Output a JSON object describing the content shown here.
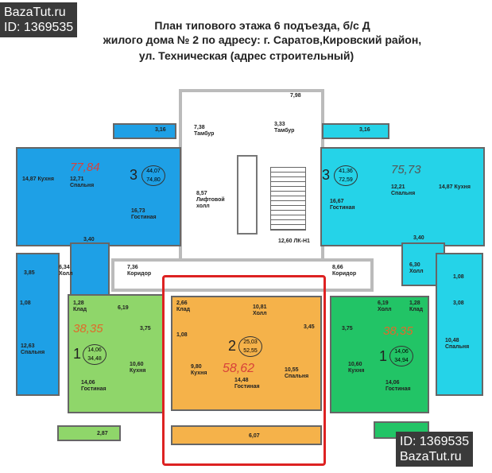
{
  "title": {
    "line1": "План типового этажа 6 подъезда, б/с Д",
    "line2": "жилого дома № 2 по адресу: г. Саратов,Кировский район,",
    "line3": "ул. Техническая   (адрес строительный)"
  },
  "watermarks": {
    "top": {
      "site": "BazaTut.ru",
      "id": "ID: 1369535"
    },
    "bottom": {
      "id": "ID: 1369535",
      "site": "BazaTut.ru"
    }
  },
  "colors": {
    "three_room": "#1ea0e6",
    "three_room_right": "#25d3e8",
    "one_room_left": "#8fd66a",
    "one_room_right": "#22c466",
    "two_room": "#f5b24a",
    "highlight": "#d22222"
  },
  "apartments": {
    "a3_left": {
      "total": "77,84",
      "rooms": "3",
      "living": "44,07",
      "area": "74,80",
      "balcony": "3,16",
      "kitchen": "14,87 Кухня",
      "bedroom": "12,71 Спальня",
      "living_room": "16,73 Гостиная",
      "hall": "3,40",
      "hall2": "6,34 Холл",
      "bath": "3,85",
      "bedroom2": "12,63 Спальня",
      "wc": "1,08"
    },
    "a3_right": {
      "total": "75,73",
      "rooms": "3",
      "living": "41,36",
      "area": "72,59",
      "balcony": "3,16",
      "kitchen": "14,87 Кухня",
      "bedroom": "12,21 Спальня",
      "living_room": "16,67 Гостиная",
      "hall": "3,40",
      "hall2": "6,30 Холл",
      "bath": "3,08",
      "bedroom2": "10,48 Спальня",
      "wc": "1,08"
    },
    "a1_left": {
      "total": "38,35",
      "rooms": "1",
      "living": "14,06",
      "area": "34,48",
      "storage": "1,28 Клад",
      "hall": "6,19",
      "bath": "3,75",
      "kitchen": "10,60 Кухня",
      "living_room": "14,06 Гостиная",
      "balcony": "2,87"
    },
    "a1_right": {
      "total": "38,35",
      "rooms": "1",
      "living": "14,06",
      "area": "34,94",
      "storage": "1,28 Клад",
      "hall": "6,19 Холл",
      "bath": "3,75",
      "kitchen": "10,60 Кухня",
      "living_room": "14,06 Гостиная"
    },
    "a2": {
      "total": "58,62",
      "rooms": "2",
      "living": "25,03",
      "area": "52,55",
      "storage": "2,66 Клад",
      "wc": "1,08",
      "hall": "10,81 Холл",
      "bath": "3,45",
      "kitchen": "9,80 Кухня",
      "living_room": "14,48 Гостиная",
      "bedroom": "10,55 Спальня",
      "balcony": "6,07"
    }
  },
  "common": {
    "vestibule_top": "7,98",
    "tambour1": "7,38 Тамбур",
    "tambour2": "3,33 Тамбур",
    "lift_hall": "8,57 Лифтовой холл",
    "stair": "12,60 ЛК-Н1",
    "corridor_left": "7,36 Коридор",
    "corridor_right": "8,66 Коридор"
  }
}
